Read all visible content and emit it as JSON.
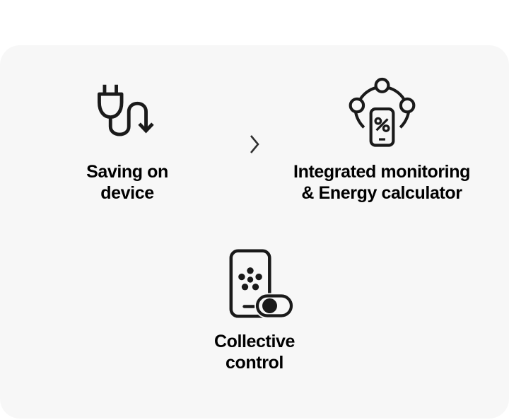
{
  "colors": {
    "page_bg": "#ffffff",
    "card_bg": "#f7f7f7",
    "icon_stroke": "#1a1a1a",
    "text": "#000000",
    "chevron": "#2f2f2f"
  },
  "card": {
    "name": "energy-features-card"
  },
  "features": [
    {
      "name": "saving-on-device",
      "icon": "plug-arrow-icon",
      "label_line1": "Saving on",
      "label_line2": "device"
    },
    {
      "name": "integrated-monitoring-energy-calculator",
      "icon": "network-phone-percent-icon",
      "label_line1": "Integrated monitoring",
      "label_line2": "& Energy calculator"
    },
    {
      "name": "collective-control",
      "icon": "phone-smartthings-toggle-icon",
      "label_line1": "Collective",
      "label_line2": "control"
    }
  ],
  "separator": {
    "icon": "chevron-right-icon"
  }
}
